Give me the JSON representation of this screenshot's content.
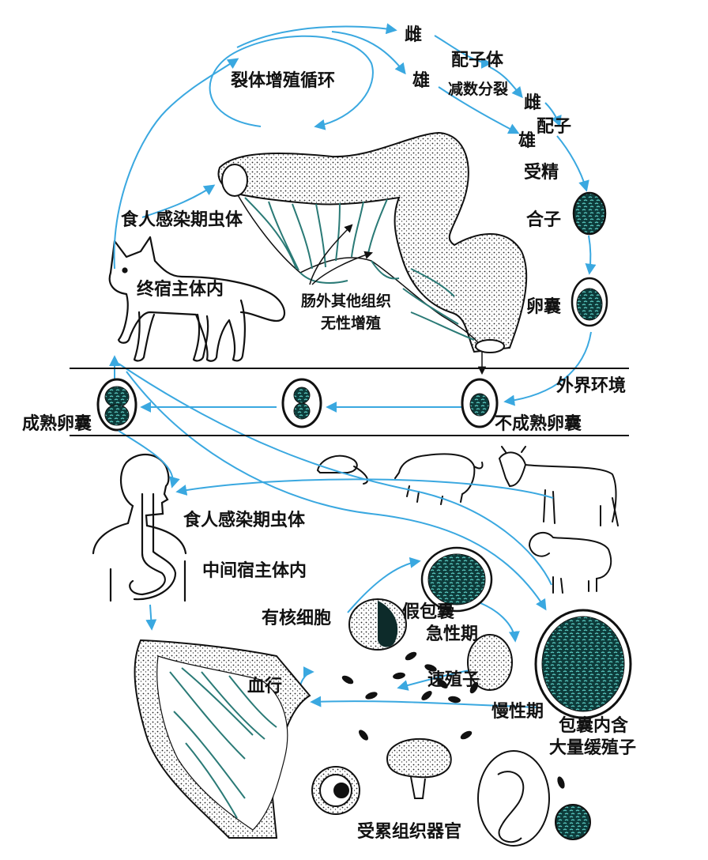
{
  "labels": {
    "schizogony": "裂体增殖循环",
    "female1": "雌",
    "male1": "雄",
    "gametocyte": "配子体",
    "meiosis": "减数分裂",
    "female2": "雌",
    "gamete": "配子",
    "male2": "雄",
    "fertilization": "受精",
    "zygote": "合子",
    "oocyst": "卵囊",
    "definitive_eat": "食人感染期虫体",
    "definitive_host": "终宿主体内",
    "extraintestinal_1": "肠外其他组织",
    "extraintestinal_2": "无性增殖",
    "environment": "外界环境",
    "mature_oocyst": "成熟卵囊",
    "immature_oocyst": "不成熟卵囊",
    "intermediate_eat": "食人感染期虫体",
    "intermediate_host": "中间宿主体内",
    "nucleated_cell": "有核细胞",
    "pseudocyst": "假包囊",
    "acute": "急性期",
    "tachyzoite": "速殖子",
    "blood": "血行",
    "chronic": "慢性期",
    "cyst_1": "包囊内含",
    "cyst_2": "大量缓殖子",
    "organs": "受累组织器官"
  },
  "colors": {
    "arrow": "#3aa8e0",
    "teal": "#1f7f7a",
    "ink": "#111111"
  }
}
